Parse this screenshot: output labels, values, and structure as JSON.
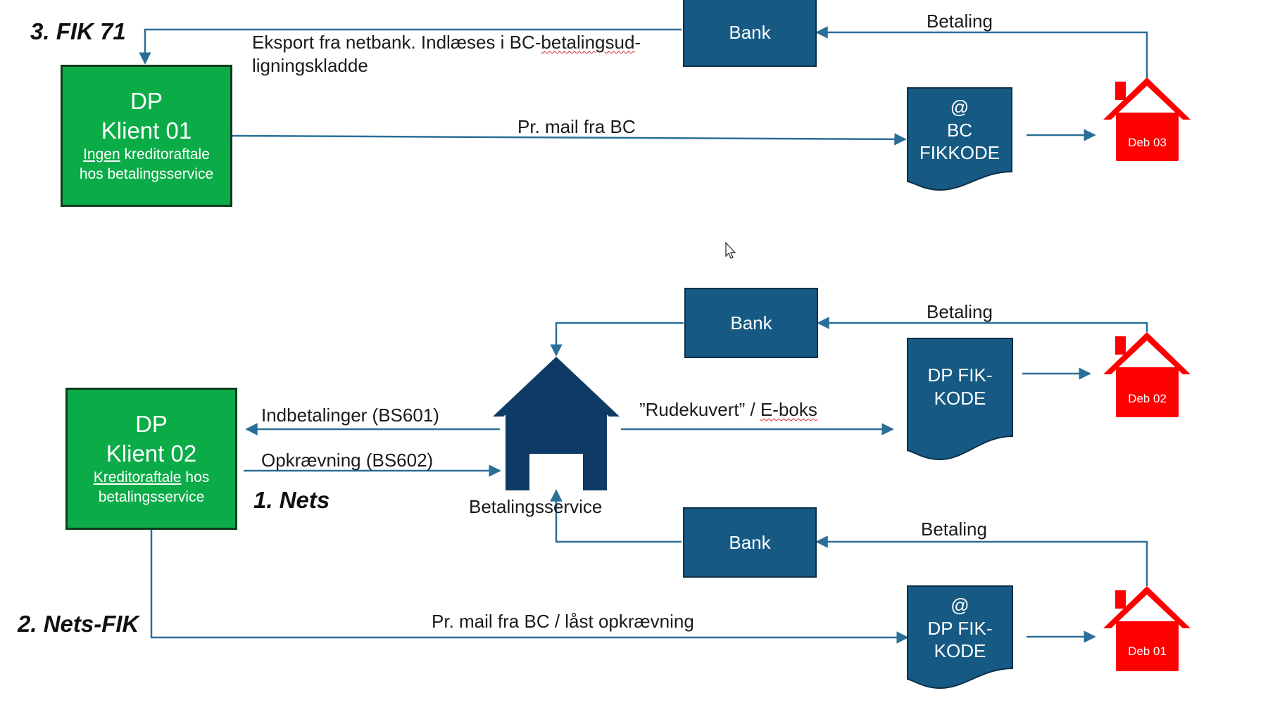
{
  "sections": {
    "fik71": "3. FIK 71",
    "nets": "1. Nets",
    "nets_fik": "2. Nets-FIK"
  },
  "clients": {
    "k01": {
      "line1": "DP",
      "line2": "Klient 01",
      "desc_underlined": "Ingen",
      "desc_rest": " kreditoraftale",
      "desc_line2": "hos betalingsservice"
    },
    "k02": {
      "line1": "DP",
      "line2": "Klient 02",
      "desc_underlined": "Kreditoraftale",
      "desc_rest": " hos",
      "desc_line2": "betalingsservice"
    }
  },
  "banks": {
    "top": "Bank",
    "middle": "Bank",
    "bottom": "Bank"
  },
  "documents": {
    "top": {
      "line1": "@",
      "line2": "BC",
      "line3": "FIKKODE"
    },
    "middle": {
      "line1": "DP FIK-",
      "line2": "KODE"
    },
    "bottom": {
      "line1": "@",
      "line2": "DP FIK-",
      "line3": "KODE"
    }
  },
  "debtors": {
    "top": "Deb 03",
    "middle": "Deb 02",
    "bottom": "Deb 01"
  },
  "labels": {
    "eksport_line1_a": "Eksport fra netbank. Indlæses i BC-",
    "eksport_line1_b": "betalingsud",
    "eksport_line1_c": "-",
    "eksport_line2": "ligningskladde",
    "mail_top": "Pr. mail fra BC",
    "betaling_top": "Betaling",
    "betaling_middle": "Betaling",
    "betaling_bottom": "Betaling",
    "indbetalinger": "Indbetalinger (BS601)",
    "opkraevning": "Opkrævning (BS602)",
    "rudekuvert_a": "”Rudekuvert” / ",
    "rudekuvert_b": "E-boks",
    "betalingsservice": "Betalingsservice",
    "mail_bottom": "Pr. mail fra BC / låst opkrævning"
  },
  "colors": {
    "line": "#2a6f97",
    "bank": "#165a84",
    "client": "#0bac48",
    "house_betalingsservice": "#0d3b66",
    "debtor": "#ff0000"
  },
  "icons": {
    "betalingsservice": "house-icon",
    "debtor": "house-icon",
    "document": "document-icon",
    "cursor": "mouse-pointer-icon"
  }
}
